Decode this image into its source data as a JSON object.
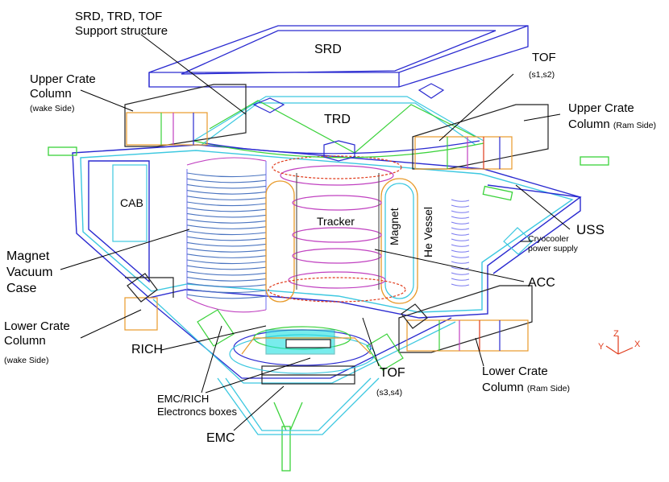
{
  "labels": {
    "support_line1": "SRD, TRD, TOF",
    "support_line2": "Support structure",
    "srd": "SRD",
    "trd": "TRD",
    "tof_top": "TOF",
    "tof_top_sub": "(s1,s2)",
    "upper_crate_wake_line1": "Upper Crate",
    "upper_crate_wake_line2": "Column",
    "upper_crate_wake_sub": "(wake Side)",
    "upper_crate_ram_line1": "Upper Crate",
    "upper_crate_ram_line2": "Column",
    "upper_crate_ram_sub": "(Ram Side)",
    "cab": "CAB",
    "tracker": "Tracker",
    "magnet": "Magnet",
    "he_vessel": "He Vessel",
    "uss": "USS",
    "cryocooler_line1": "Cryocooler",
    "cryocooler_line2": "power supply",
    "magnet_case_line1": "Magnet",
    "magnet_case_line2": "Vacuum",
    "magnet_case_line3": "Case",
    "acc": "ACC",
    "lower_crate_wake_line1": "Lower Crate",
    "lower_crate_wake_line2": "Column",
    "lower_crate_wake_sub": "(wake Side)",
    "rich": "RICH",
    "tof_bottom": "TOF",
    "tof_bottom_sub": "(s3,s4)",
    "lower_crate_ram_line1": "Lower Crate",
    "lower_crate_ram_line2": "Column",
    "lower_crate_ram_sub": "(Ram Side)",
    "emc_rich_line1": "EMC/RICH",
    "emc_rich_line2": "Electroncs boxes",
    "emc": "EMC"
  },
  "axes": {
    "z": "Z",
    "y": "Y",
    "x": "X"
  },
  "colors": {
    "frame": "#2a2ad0",
    "cyan": "#3cc8e0",
    "green": "#3ad23a",
    "orange": "#e89a2a",
    "magenta": "#c040c0",
    "gray": "#5a5a5a",
    "teal": "#20e0e0",
    "axis": "#e03a1a"
  }
}
